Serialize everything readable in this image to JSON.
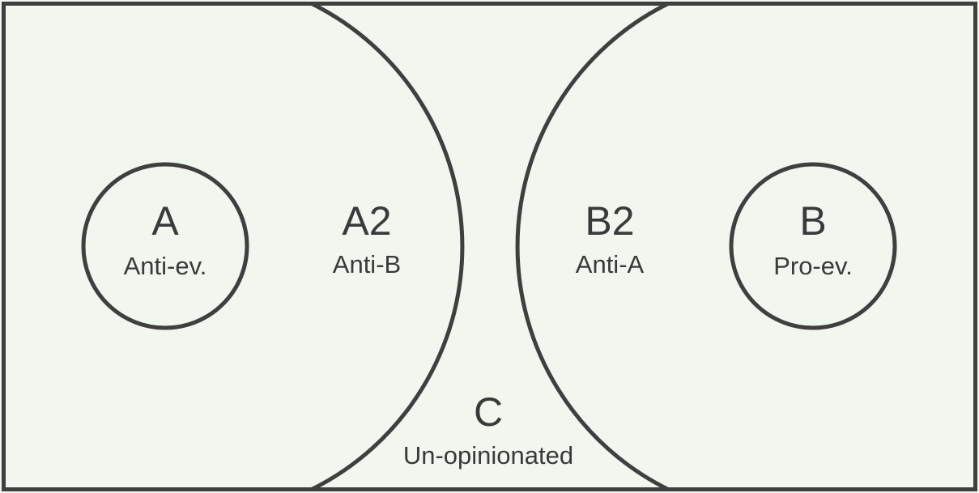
{
  "regions": {
    "a": {
      "letter": "A",
      "label": "Anti-ev."
    },
    "a2": {
      "letter": "A2",
      "label": "Anti-B"
    },
    "b2": {
      "letter": "B2",
      "label": "Anti-A"
    },
    "b": {
      "letter": "B",
      "label": "Pro-ev."
    },
    "c": {
      "letter": "C",
      "label": "Un-opinionated"
    }
  },
  "colors": {
    "background": "#f1f6ee",
    "stroke": "#3f3f3f",
    "text": "#3a3a3a"
  }
}
